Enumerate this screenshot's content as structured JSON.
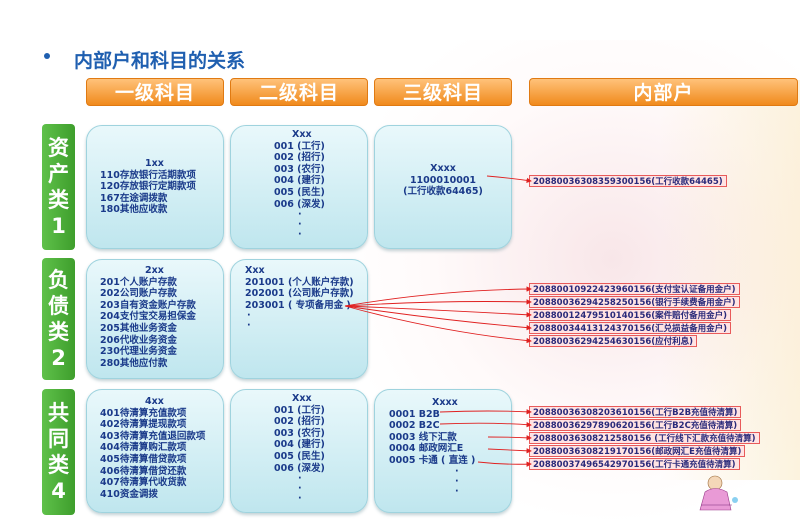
{
  "title": "内部户和科目的关系",
  "headers": [
    "一级科目",
    "二级科目",
    "三级科目",
    "内部户"
  ],
  "row_labels": [
    "资产类1",
    "负债类2",
    "共同类4"
  ],
  "asset": {
    "level1_header": "1xx",
    "level1": [
      "110存放银行活期款项",
      "120存放银行定期款项",
      "167在途调拨款",
      "180其他应收款"
    ],
    "level2_header": "Xxx",
    "level2": [
      "001 (工行)",
      "002 (招行)",
      "003 (农行)",
      "004 (建行)",
      "005 (民生)",
      "006 (深发)"
    ],
    "level3_header": "Xxxx",
    "level3": [
      "1100010001",
      "(工行收款64465)"
    ],
    "accounts": [
      "20880036308359300156(工行收款64465)"
    ]
  },
  "liability": {
    "level1_header": "2xx",
    "level1": [
      "201个人账户存款",
      "202公司账户存款",
      "203自有资金账户存款",
      "204支付宝交易担保金",
      "205其他业务资金",
      "206代收业务资金",
      "230代理业务资金",
      "280其他应付款"
    ],
    "level2_header": "Xxx",
    "level2": [
      "201001 (个人账户存款)",
      "202001 (公司账户存款)",
      "203001 ( 专项备用金 )"
    ],
    "accounts": [
      "20880010922423960156(支付宝认证备用金户)",
      "20880036294258250156(银行手续费备用金户)",
      "20880012479510140156(案件赔付备用金户)",
      "20880034413124370156(汇兑损益备用金户)",
      "20880036294254630156(应付利息)"
    ]
  },
  "common": {
    "level1_header": "4xx",
    "level1": [
      "401待清算充值款项",
      "402待清算提现款项",
      "403待清算充值退回款项",
      "404待清算购汇款项",
      "405待清算借贷款项",
      "406待清算借贷还款",
      "407待清算代收货款",
      "410资金调拨"
    ],
    "level2_header": "Xxx",
    "level2": [
      "001 (工行)",
      "002 (招行)",
      "003 (农行)",
      "004 (建行)",
      "005 (民生)",
      "006 (深发)"
    ],
    "level3_header": "Xxxx",
    "level3": [
      "0001  B2B",
      "0002  B2C",
      "0003  线下汇款",
      "0004  邮政网汇E",
      "0005  卡通 ( 直连 )"
    ],
    "accounts": [
      "20880036308203610156(工行B2B充值待清算)",
      "20880036297890620156(工行B2C充值待清算)",
      "20880036308212580156 (工行线下汇款充值待清算)",
      "20880036308219170156(邮政网汇E充值待清算)",
      "20880037496542970156(工行卡通充值待清算)"
    ]
  },
  "colors": {
    "header_orange": "#f08a1c",
    "label_green": "#3e9e2c",
    "box_blue": "#bfe6ee",
    "text_blue": "#1a3a8a",
    "arrow_red": "#e02020"
  }
}
